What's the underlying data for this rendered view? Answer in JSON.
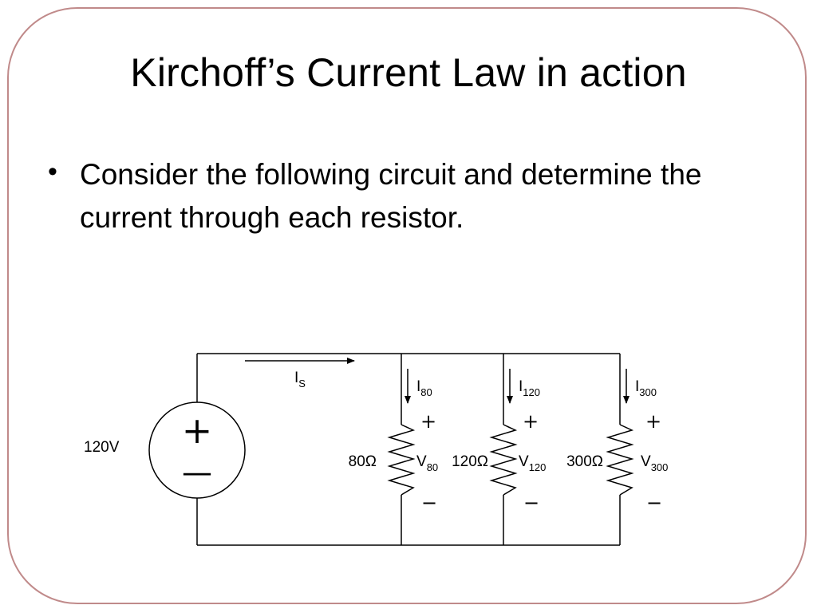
{
  "slide": {
    "title": "Kirchoff’s Current Law in action",
    "bullet_marker": "•",
    "bullet_text": "Consider the following circuit and determine the current through each resistor.",
    "frame_color": "#c08a8a"
  },
  "circuit": {
    "source_label": "120V",
    "source_plus": "+",
    "source_minus": "—",
    "source_current": {
      "main": "I",
      "sub": "S"
    },
    "resistors": [
      {
        "label": "80Ω",
        "current_main": "I",
        "current_sub": "80",
        "voltage_main": "V",
        "voltage_sub": "80",
        "plus": "+",
        "minus": "−"
      },
      {
        "label": "120Ω",
        "current_main": "I",
        "current_sub": "120",
        "voltage_main": "V",
        "voltage_sub": "120",
        "plus": "+",
        "minus": "−"
      },
      {
        "label": "300Ω",
        "current_main": "I",
        "current_sub": "300",
        "voltage_main": "V",
        "voltage_sub": "300",
        "plus": "+",
        "minus": "−"
      }
    ]
  }
}
